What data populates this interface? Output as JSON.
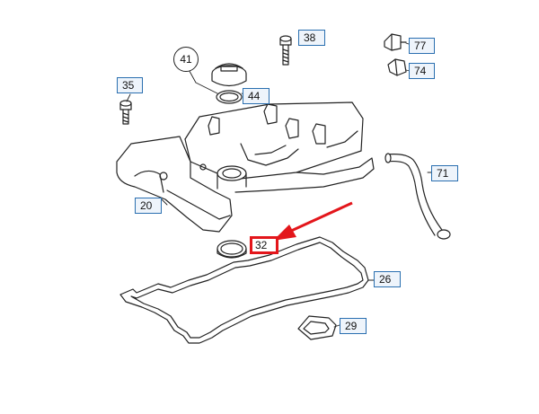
{
  "diagram": {
    "highlight_color": "#e3161b",
    "callout_color": "#2a6fb0",
    "parts": [
      {
        "key": "p41",
        "label": "41"
      },
      {
        "key": "p38",
        "label": "38"
      },
      {
        "key": "p77",
        "label": "77"
      },
      {
        "key": "p74",
        "label": "74"
      },
      {
        "key": "p35",
        "label": "35"
      },
      {
        "key": "p44",
        "label": "44"
      },
      {
        "key": "p71",
        "label": "71"
      },
      {
        "key": "p20",
        "label": "20"
      },
      {
        "key": "p32",
        "label": "32",
        "highlighted": true
      },
      {
        "key": "p26",
        "label": "26"
      },
      {
        "key": "p29",
        "label": "29"
      }
    ]
  }
}
